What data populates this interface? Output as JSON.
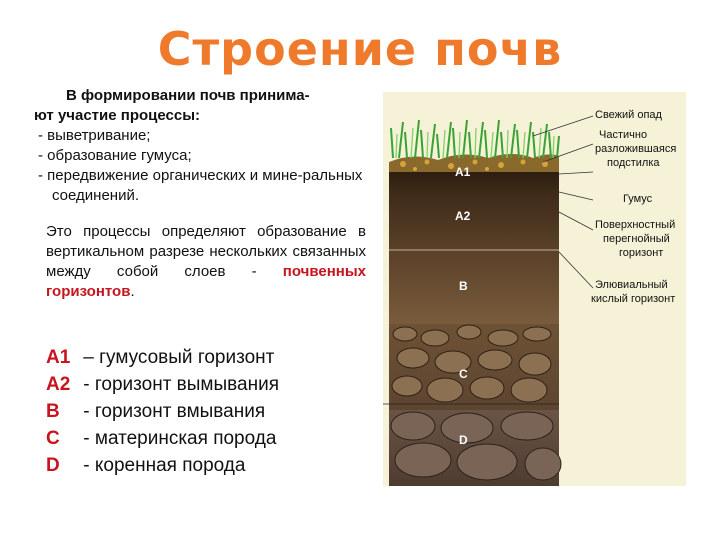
{
  "title": "Строение почв",
  "intro": {
    "lead": "В формировании почв принима-",
    "lead2": "ют участие процессы:",
    "processes": [
      "выветривание;",
      "образование гумуса;",
      "передвижение органических и мине-ральных соединений."
    ]
  },
  "paragraph": {
    "text": "Это процессы определяют образование в вертикальном разрезе нескольких связанных между собой слоев - ",
    "highlight": "почвенных горизонтов",
    "end": "."
  },
  "legend": [
    {
      "code": "A1",
      "text": "– гумусовый горизонт"
    },
    {
      "code": "A2",
      "text": "- горизонт вымывания"
    },
    {
      "code": "B",
      "text": "- горизонт вмывания"
    },
    {
      "code": "C",
      "text": "- материнская порода"
    },
    {
      "code": "D",
      "text": "- коренная порода"
    }
  ],
  "diagram": {
    "horizon_labels": [
      "A1",
      "A2",
      "B",
      "C",
      "D"
    ],
    "callouts": [
      "Свежий опад",
      "Частично",
      "разложившаяся",
      "подстилка",
      "Гумус",
      "Поверхностный",
      "перегнойный",
      "горизонт",
      "Элювиальный",
      "кислый горизонт"
    ]
  },
  "colors": {
    "title": "#f07a2c",
    "highlight": "#c8141e"
  }
}
